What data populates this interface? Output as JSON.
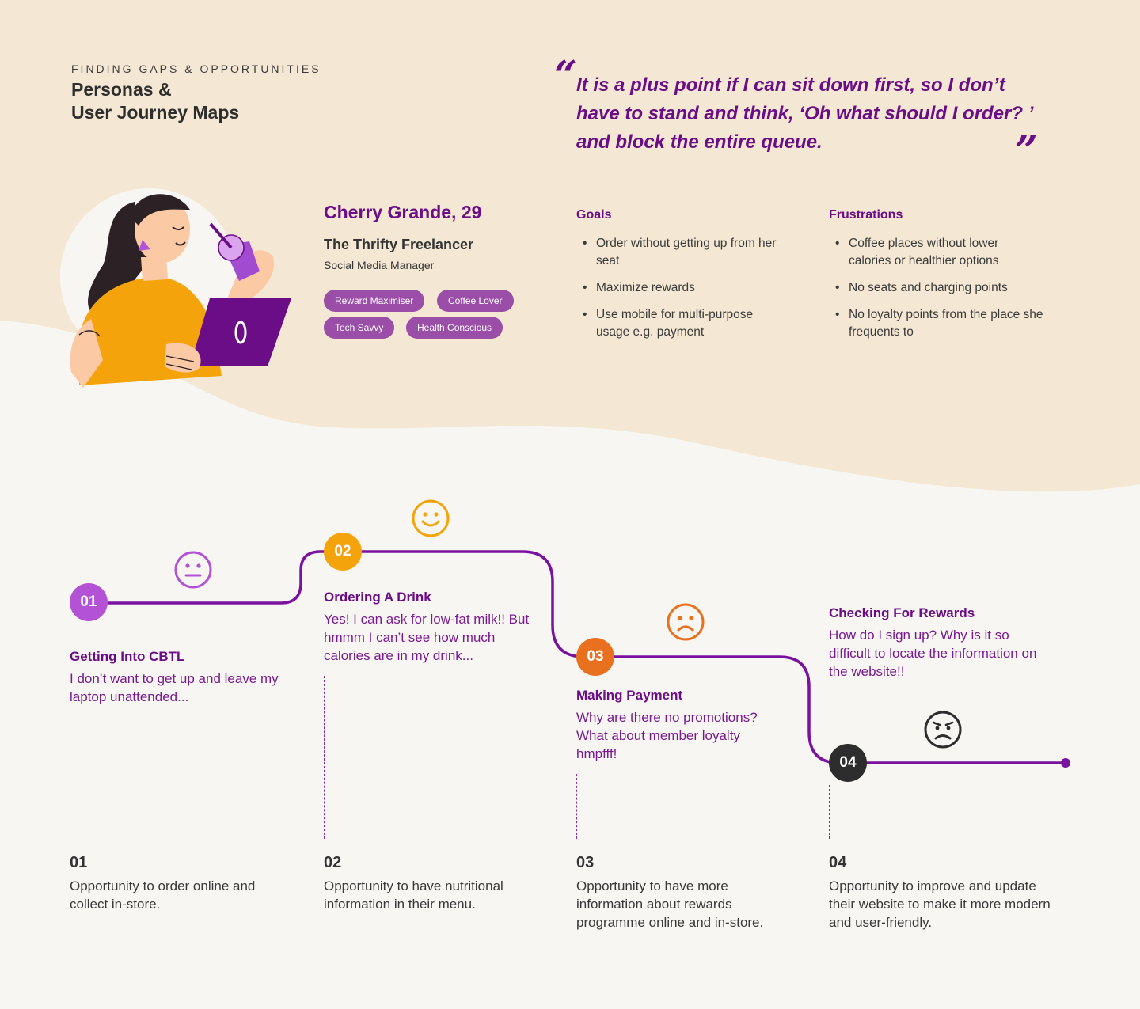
{
  "header": {
    "eyebrow": "FINDING GAPS & OPPORTUNITIES",
    "title_line1": "Personas &",
    "title_line2": "User Journey Maps"
  },
  "quote": {
    "open_mark": "“",
    "close_mark": "”",
    "text": "It is a plus point if I can sit down first, so I don’t have to stand and think, ‘Oh what should I order? ’ and block the entire queue."
  },
  "persona": {
    "name": "Cherry Grande, 29",
    "title": "The Thrifty Freelancer",
    "role": "Social Media Manager",
    "tags": [
      "Reward Maximiser",
      "Coffee Lover",
      "Tech Savvy",
      "Health Conscious"
    ],
    "illustration": "woman-drinking-with-laptop-illustration"
  },
  "goals": {
    "heading": "Goals",
    "items": [
      "Order without getting up from her seat",
      "Maximize rewards",
      "Use mobile for multi-purpose usage e.g. payment"
    ]
  },
  "frustrations": {
    "heading": "Frustrations",
    "items": [
      "Coffee places without lower calories or healthier options",
      "No seats and charging points",
      "No loyalty points from the place she frequents to"
    ]
  },
  "journey": {
    "stages": [
      {
        "num": "01",
        "title": "Getting Into CBTL",
        "text": "I don’t want to get up and leave my laptop unattended...",
        "emotion": "neutral-face-icon",
        "color": "#b452d6"
      },
      {
        "num": "02",
        "title": "Ordering A Drink",
        "text": "Yes! I can ask for low-fat milk!! But hmmm I can’t see how much calories are in my drink...",
        "emotion": "smiling-face-icon",
        "color": "#f5a30a"
      },
      {
        "num": "03",
        "title": "Making Payment",
        "text": "Why are there no promotions? What about member loyalty hmpfff!",
        "emotion": "frowning-face-icon",
        "color": "#e8701f"
      },
      {
        "num": "04",
        "title": "Checking For Rewards",
        "text": "How do I sign up? Why is it so difficult to locate the information on the website!!",
        "emotion": "angry-face-icon",
        "color": "#2d2d2d"
      }
    ]
  },
  "opportunities": [
    {
      "num": "01",
      "text": "Opportunity to order online and collect in-store."
    },
    {
      "num": "02",
      "text": "Opportunity to have nutritional information in their menu."
    },
    {
      "num": "03",
      "text": "Opportunity to have more information about rewards programme online and in-store."
    },
    {
      "num": "04",
      "text": "Opportunity to improve and update their website to make it more modern and user-friendly."
    }
  ],
  "colors": {
    "beige": "#f4e8d4",
    "offwhite": "#f8f6f2",
    "purple": "#6b0d86",
    "line": "#7a12a0",
    "tag": "#9a4ea8"
  }
}
